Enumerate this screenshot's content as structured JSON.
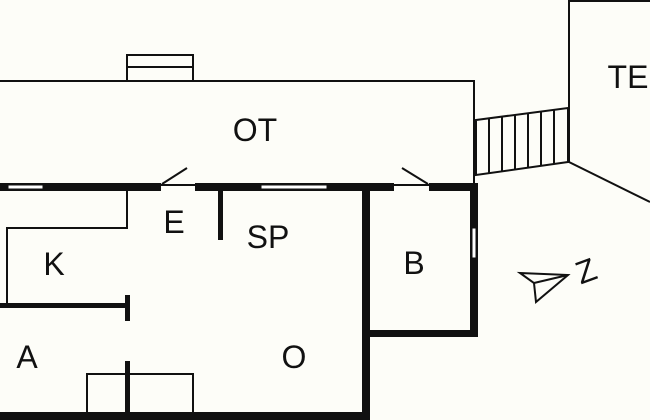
{
  "rooms": {
    "ot": "OT",
    "e": "E",
    "sp": "SP",
    "k": "K",
    "b": "B",
    "a": "A",
    "o": "O",
    "te": "TE"
  },
  "compass": {
    "label": "Z"
  }
}
